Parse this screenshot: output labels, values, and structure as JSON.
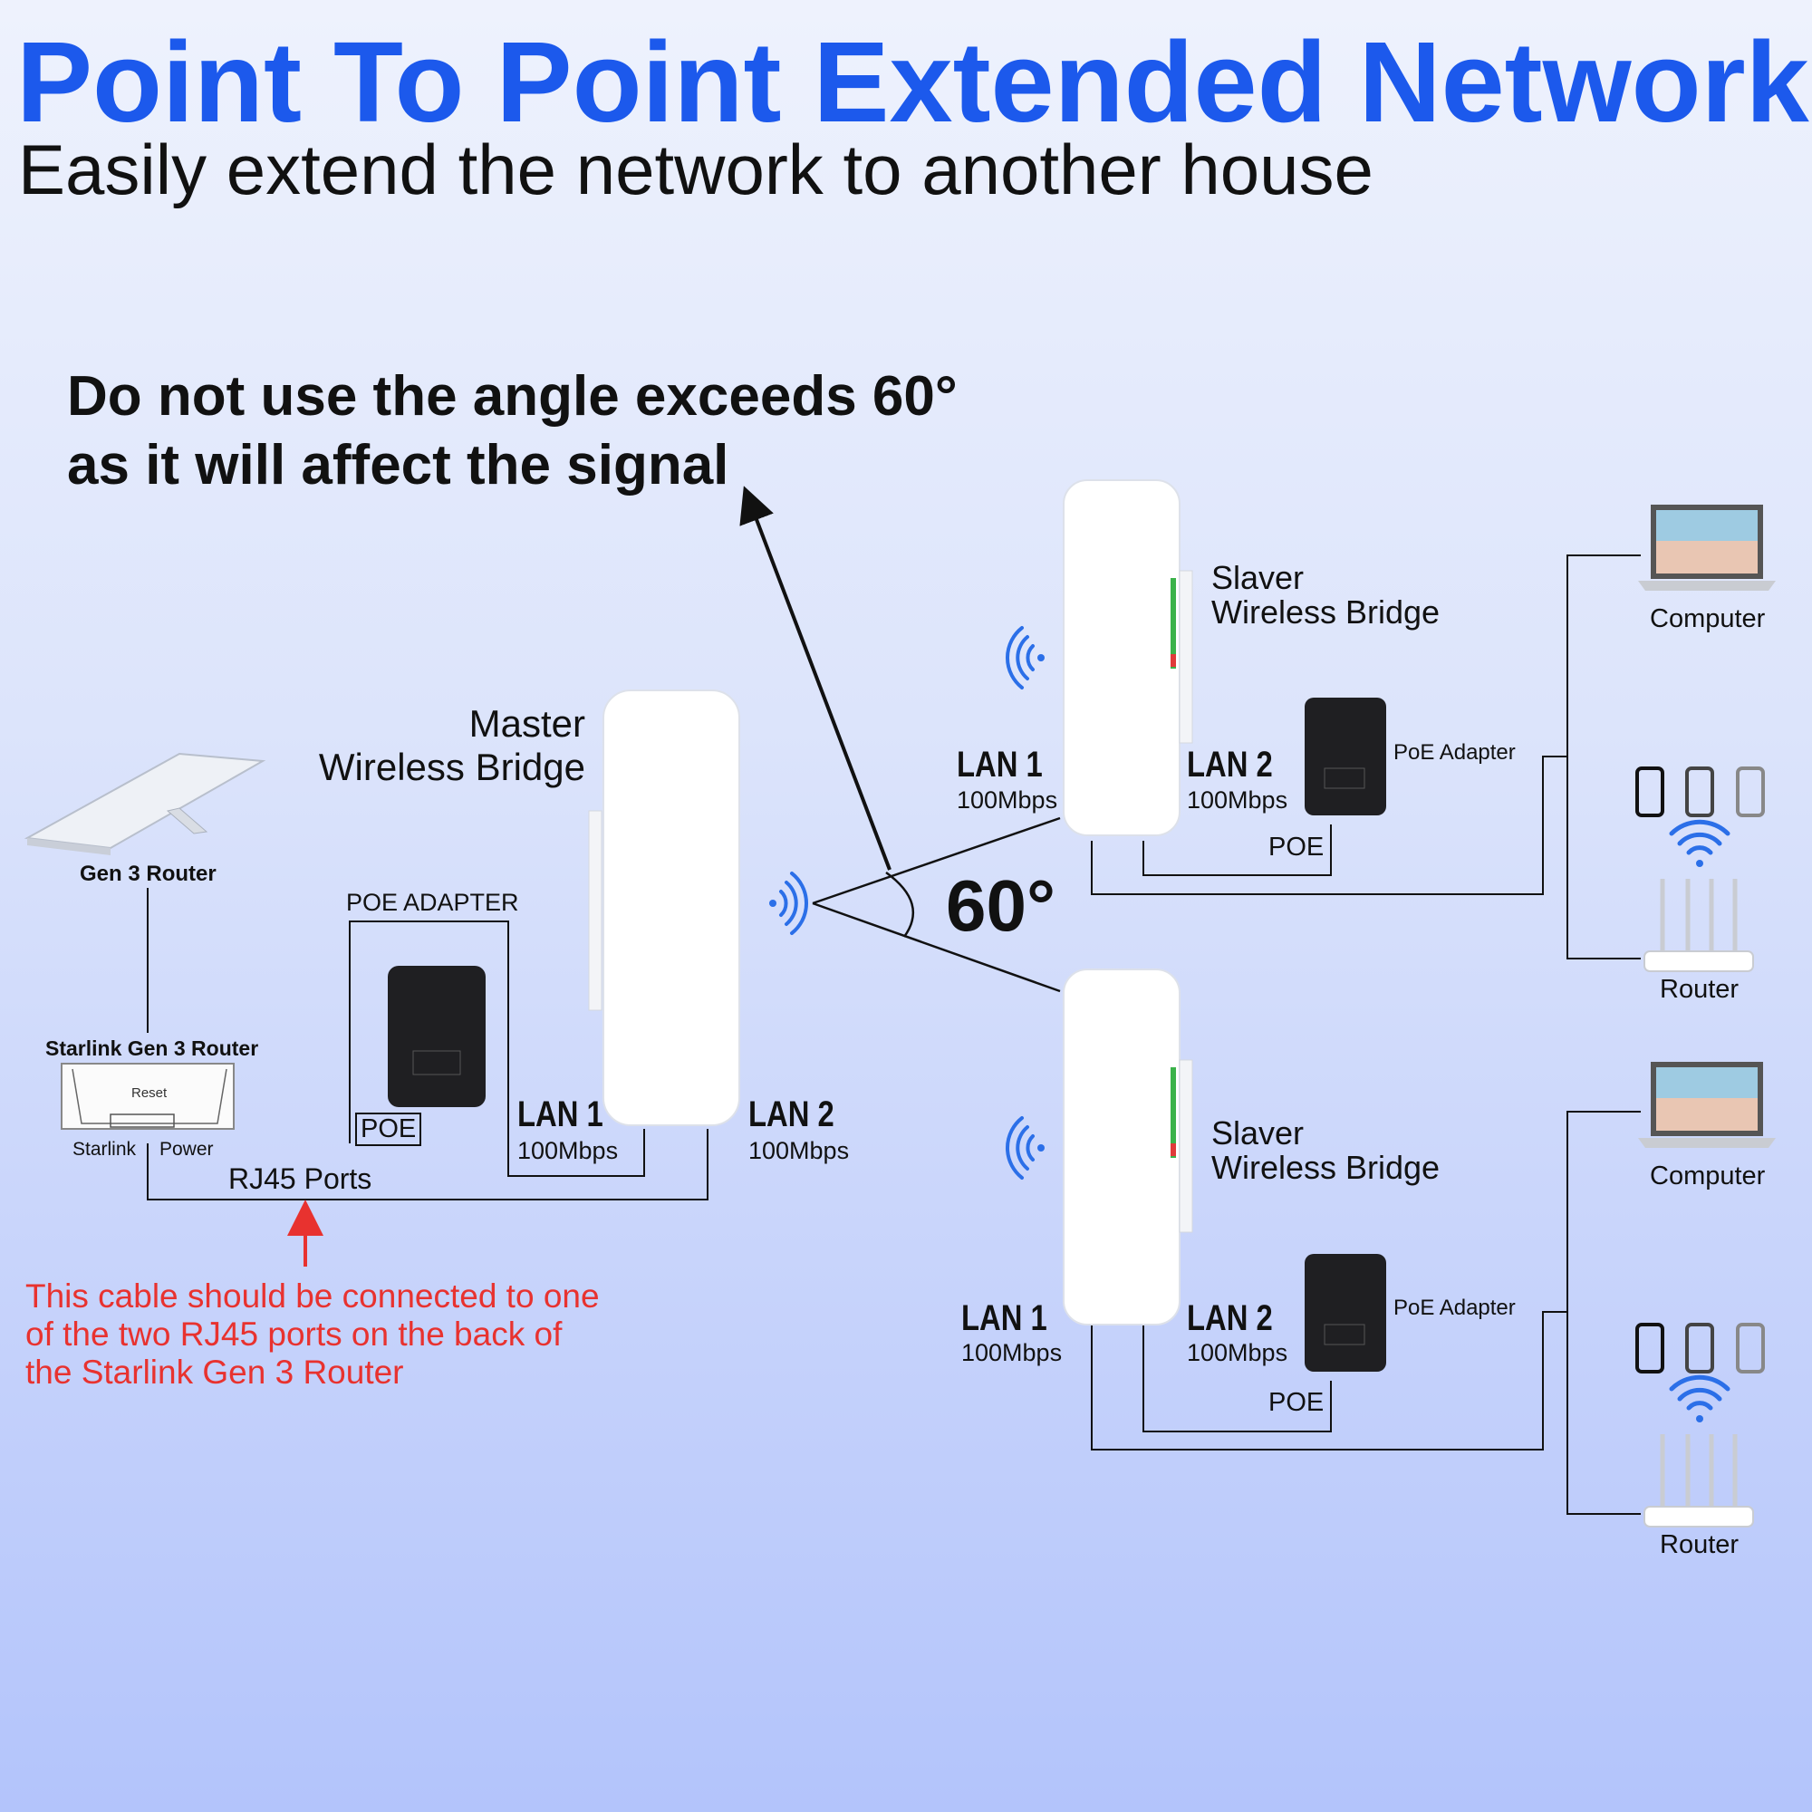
{
  "header": {
    "title": "Point To Point Extended Network",
    "subtitle": "Easily extend the network to another house"
  },
  "warning": {
    "line1": "Do not use the angle exceeds 60°",
    "line2": "as it will affect the signal"
  },
  "angle_label": "60°",
  "master": {
    "title_line1": "Master",
    "title_line2": "Wireless Bridge",
    "poe_adapter_label": "POE ADAPTER",
    "poe_label": "POE",
    "lan1_label": "LAN 1",
    "lan1_speed": "100Mbps",
    "lan2_label": "LAN 2",
    "lan2_speed": "100Mbps"
  },
  "starlink": {
    "dish_label": "Gen 3 Router",
    "router_label": "Starlink Gen 3 Router",
    "reset_label": "Reset",
    "port_starlink": "Starlink",
    "port_power": "Power",
    "rj45_label": "RJ45 Ports",
    "note_line1": "This cable should be connected to one",
    "note_line2": "of the two RJ45 ports on the back of",
    "note_line3": "the Starlink Gen 3 Router"
  },
  "slaves": [
    {
      "title_line1": "Slaver",
      "title_line2": "Wireless Bridge",
      "lan1_label": "LAN 1",
      "lan1_speed": "100Mbps",
      "lan2_label": "LAN 2",
      "lan2_speed": "100Mbps",
      "poe_adapter_label": "PoE Adapter",
      "poe_label": "POE",
      "computer_label": "Computer",
      "router_label": "Router"
    },
    {
      "title_line1": "Slaver",
      "title_line2": "Wireless Bridge",
      "lan1_label": "LAN 1",
      "lan1_speed": "100Mbps",
      "lan2_label": "LAN 2",
      "lan2_speed": "100Mbps",
      "poe_adapter_label": "PoE Adapter",
      "poe_label": "POE",
      "computer_label": "Computer",
      "router_label": "Router"
    }
  ],
  "colors": {
    "title_blue": "#1c59ec",
    "note_red": "#e8322f",
    "signal_blue": "#2b6fe8",
    "line": "#111111"
  },
  "icons": [
    "wifi-signal-icon",
    "wifi-icon",
    "phone-icon",
    "laptop-icon",
    "router-icon",
    "poe-adapter-icon",
    "starlink-dish-icon",
    "up-arrow-icon"
  ]
}
